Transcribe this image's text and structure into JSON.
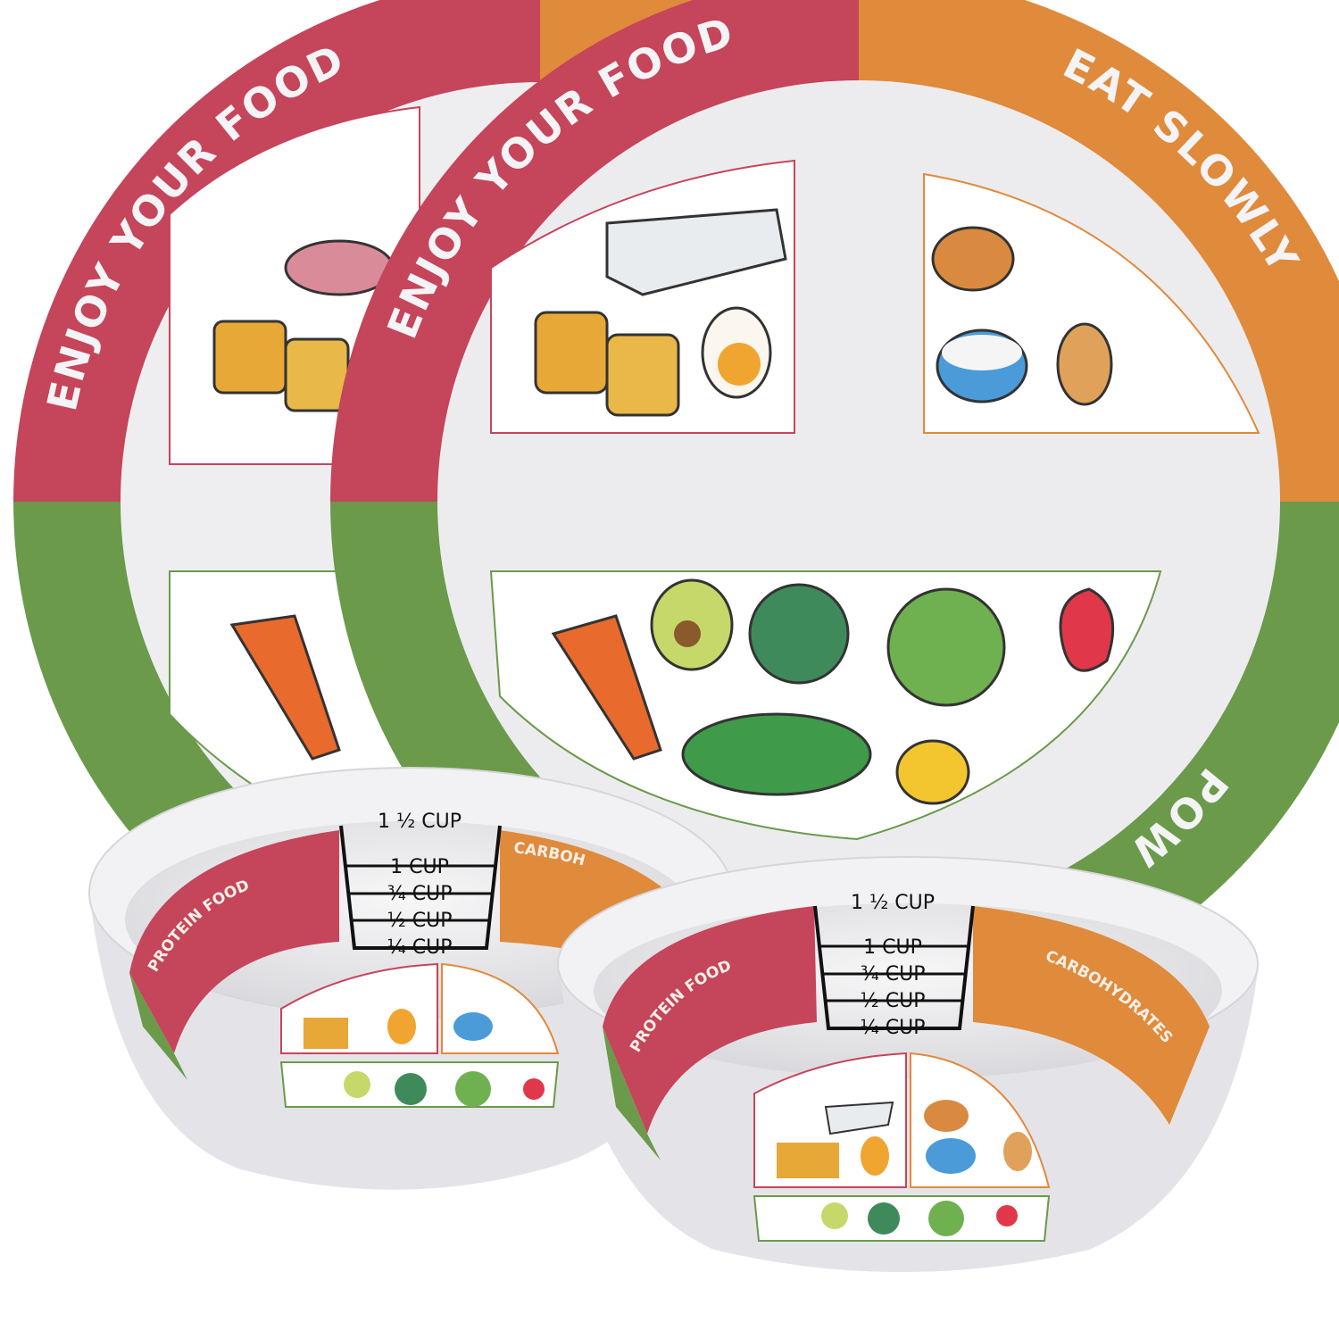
{
  "colors": {
    "protein": "#c5455b",
    "carbs": "#e08a3c",
    "veg": "#6a9a4a",
    "plate": "#f1f1f3"
  },
  "back_plate": {
    "protein_band": "ENJOY YOUR FOOD"
  },
  "front_plate": {
    "protein_band": "ENJOY YOUR FOOD",
    "carbs_band": "EAT SLOWLY",
    "veg_band_partial": "POW"
  },
  "bowl_left": {
    "protein_label": "PROTEIN FOOD",
    "carbs_label_partial": "CARBOH",
    "measures": [
      "1 ½ CUP",
      "1 CUP",
      "¾ CUP",
      "½ CUP",
      "¼ CUP"
    ]
  },
  "bowl_right": {
    "protein_label": "PROTEIN FOOD",
    "carbs_label": "CARBOHYDRATES",
    "measures": [
      "1 ½ CUP",
      "1 CUP",
      "¾ CUP",
      "½ CUP",
      "¼ CUP"
    ]
  }
}
